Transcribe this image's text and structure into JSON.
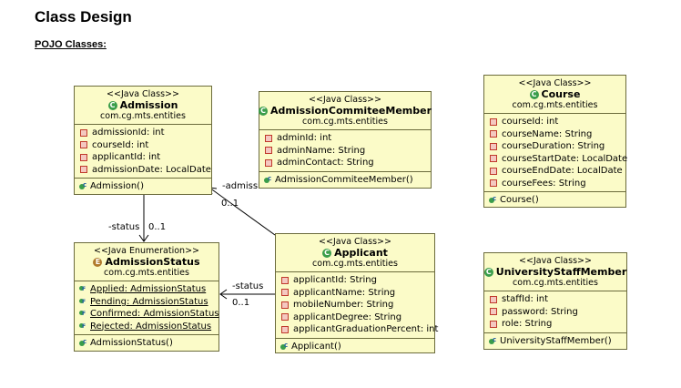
{
  "page": {
    "title": "Class Design",
    "section": "POJO Classes:"
  },
  "classes": {
    "admission": {
      "stereotype": "<<Java Class>>",
      "name": "Admission",
      "package": "com.cg.mts.entities",
      "fields": [
        "admissionId: int",
        "courseId: int",
        "applicantId: int",
        "admissionDate: LocalDate"
      ],
      "methods": [
        "Admission()"
      ]
    },
    "committee": {
      "stereotype": "<<Java Class>>",
      "name": "AdmissionCommiteeMember",
      "package": "com.cg.mts.entities",
      "fields": [
        "adminId: int",
        "adminName: String",
        "adminContact: String"
      ],
      "methods": [
        "AdmissionCommiteeMember()"
      ]
    },
    "course": {
      "stereotype": "<<Java Class>>",
      "name": "Course",
      "package": "com.cg.mts.entities",
      "fields": [
        "courseId: int",
        "courseName: String",
        "courseDuration: String",
        "courseStartDate: LocalDate",
        "courseEndDate: LocalDate",
        "courseFees: String"
      ],
      "methods": [
        "Course()"
      ]
    },
    "status": {
      "stereotype": "<<Java Enumeration>>",
      "name": "AdmissionStatus",
      "package": "com.cg.mts.entities",
      "literals": [
        "Applied: AdmissionStatus",
        "Pending: AdmissionStatus",
        "Confirmed: AdmissionStatus",
        "Rejected: AdmissionStatus"
      ],
      "methods": [
        "AdmissionStatus()"
      ]
    },
    "applicant": {
      "stereotype": "<<Java Class>>",
      "name": "Applicant",
      "package": "com.cg.mts.entities",
      "fields": [
        "applicantId: String",
        "applicantName: String",
        "mobileNumber: String",
        "applicantDegree: String",
        "applicantGraduationPercent: int"
      ],
      "methods": [
        "Applicant()"
      ]
    },
    "staff": {
      "stereotype": "<<Java Class>>",
      "name": "UniversityStaffMember",
      "package": "com.cg.mts.entities",
      "fields": [
        "staffId: int",
        "password: String",
        "role: String"
      ],
      "methods": [
        "UniversityStaffMember()"
      ]
    }
  },
  "links": {
    "admission_status": {
      "role": "-status",
      "mult": "0..1"
    },
    "applicant_admission": {
      "role": "-admission",
      "mult": "0..1"
    },
    "applicant_status": {
      "role": "-status",
      "mult": "0..1"
    }
  }
}
